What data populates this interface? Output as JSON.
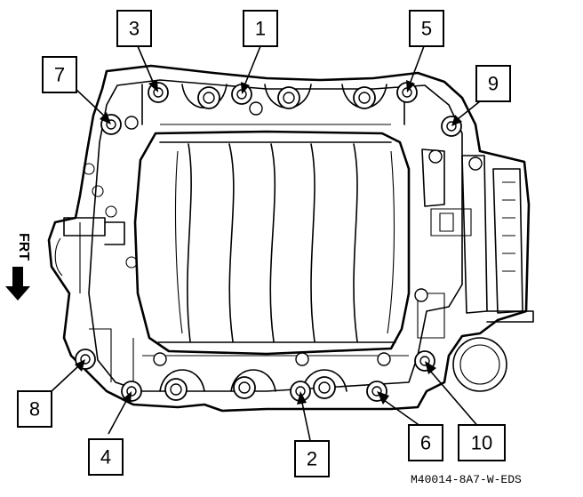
{
  "figure": {
    "id_code": "M40014-8A7-W-EDS",
    "direction_label": "FRT",
    "direction_icon": "arrow-left-icon"
  },
  "callouts": [
    {
      "key": "c1",
      "label": "1"
    },
    {
      "key": "c2",
      "label": "2"
    },
    {
      "key": "c3",
      "label": "3"
    },
    {
      "key": "c4",
      "label": "4"
    },
    {
      "key": "c5",
      "label": "5"
    },
    {
      "key": "c6",
      "label": "6"
    },
    {
      "key": "c7",
      "label": "7"
    },
    {
      "key": "c8",
      "label": "8"
    },
    {
      "key": "c9",
      "label": "9"
    },
    {
      "key": "c10",
      "label": "10"
    }
  ],
  "colors": {
    "line": "#000000",
    "background": "#ffffff"
  }
}
